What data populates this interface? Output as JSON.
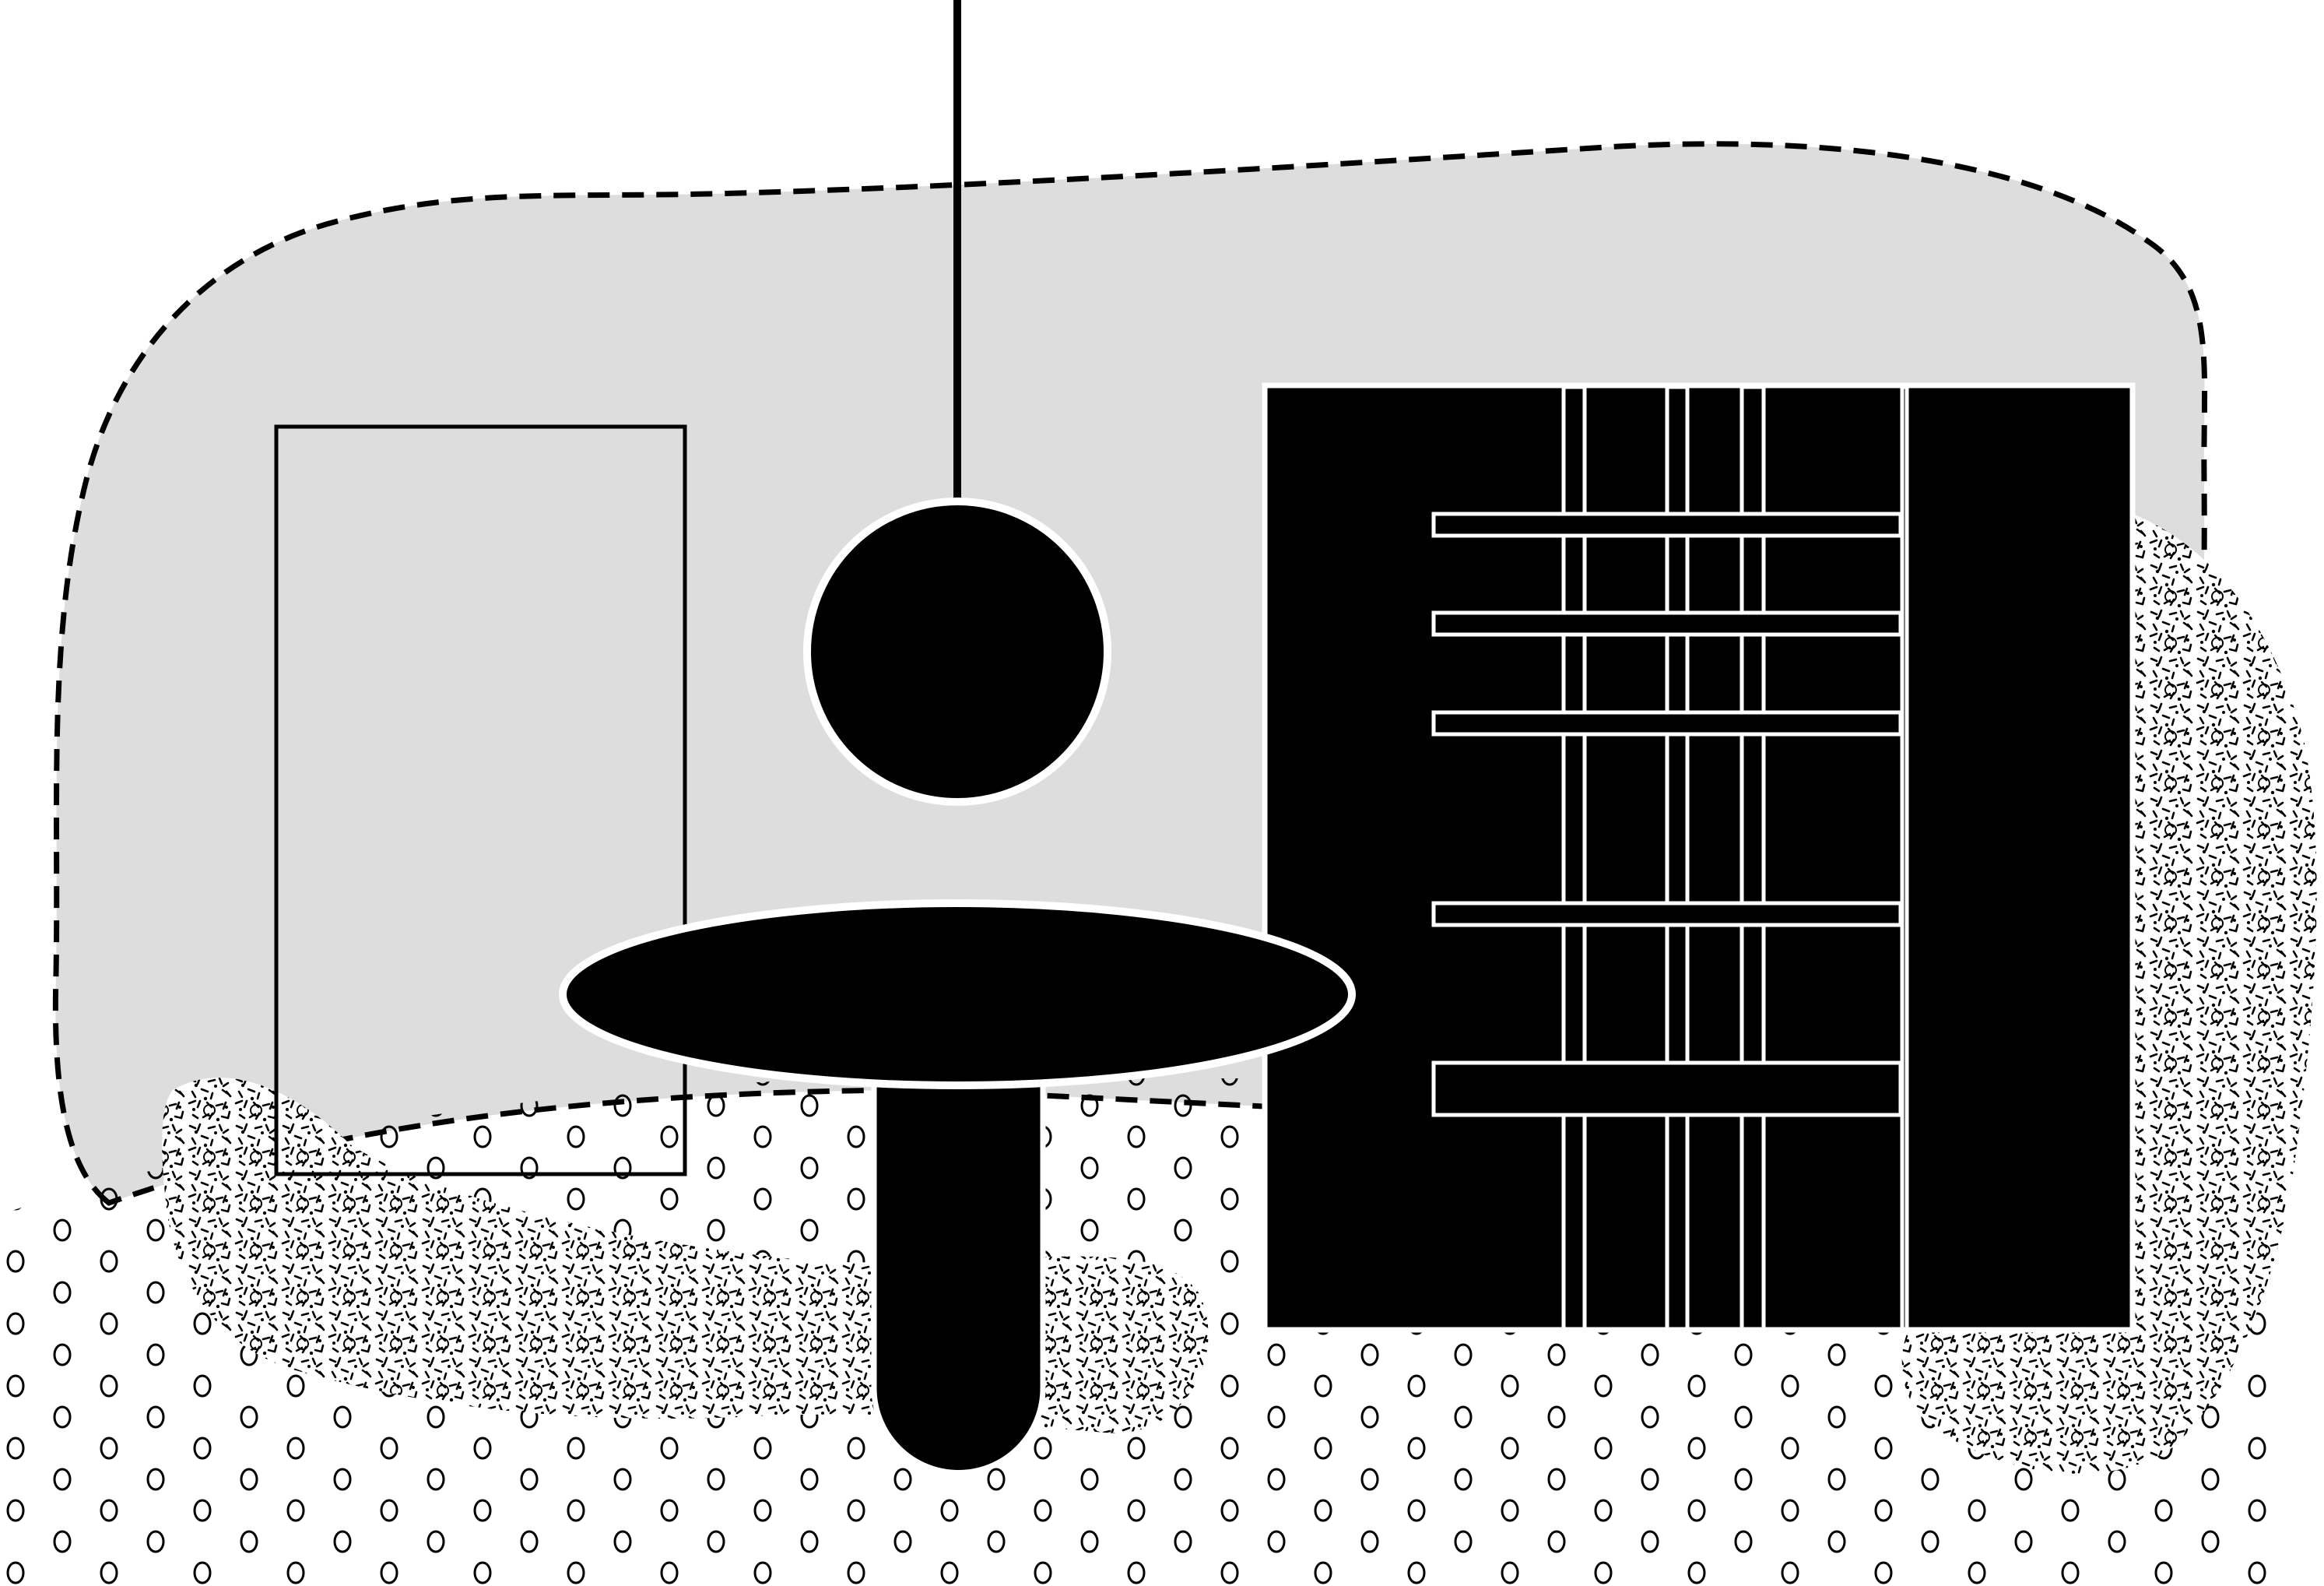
{
  "colors": {
    "background": "#ffffff",
    "wall": "#dcdddc",
    "ink": "#000000",
    "highlight": "#ffffff"
  },
  "icons": [
    "room-blob-shape",
    "door-outline",
    "pendant-lamp-globe",
    "round-table",
    "bookshelf",
    "speckle-texture",
    "dotted-floor-texture"
  ]
}
